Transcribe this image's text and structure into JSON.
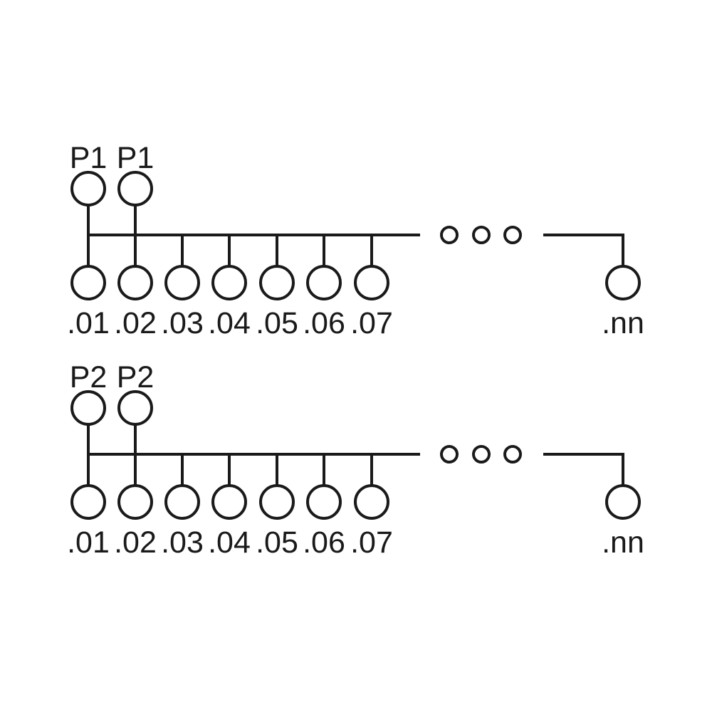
{
  "groups": [
    {
      "id": "group-1",
      "potential_labels": [
        "P1",
        "P1"
      ],
      "terminal_labels": [
        ".01",
        ".02",
        ".03",
        ".04",
        ".05",
        ".06",
        ".07"
      ],
      "end_label": ".nn"
    },
    {
      "id": "group-2",
      "potential_labels": [
        "P2",
        "P2"
      ],
      "terminal_labels": [
        ".01",
        ".02",
        ".03",
        ".04",
        ".05",
        ".06",
        ".07"
      ],
      "end_label": ".nn"
    }
  ],
  "colors": {
    "line": "#1a1a1a",
    "background": "#ffffff"
  }
}
